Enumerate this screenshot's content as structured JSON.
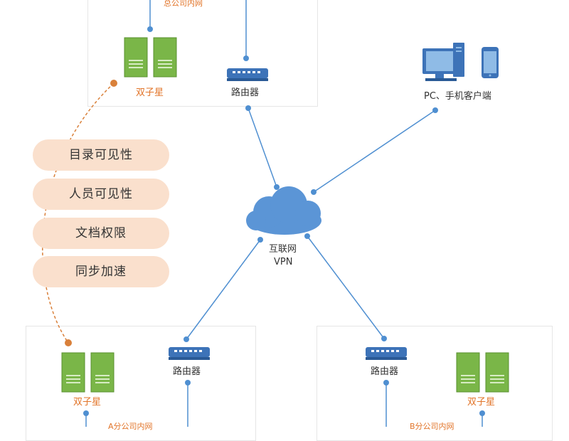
{
  "colors": {
    "accent_orange": "#e2752a",
    "pill_bg": "#fae0cd",
    "line_blue": "#4f8fd1",
    "server_green": "#7ab648",
    "router_blue": "#3d73b8"
  },
  "hq": {
    "network_label": "总公司内网",
    "server_label": "双子星",
    "router_label": "路由器"
  },
  "clients": {
    "label": "PC、手机客户端"
  },
  "cloud": {
    "line1": "互联网",
    "line2": "VPN"
  },
  "features": [
    "目录可见性",
    "人员可见性",
    "文档权限",
    "同步加速"
  ],
  "branch_a": {
    "server_label": "双子星",
    "router_label": "路由器",
    "network_label": "A分公司内网"
  },
  "branch_b": {
    "server_label": "双子星",
    "router_label": "路由器",
    "network_label": "B分公司内网"
  }
}
